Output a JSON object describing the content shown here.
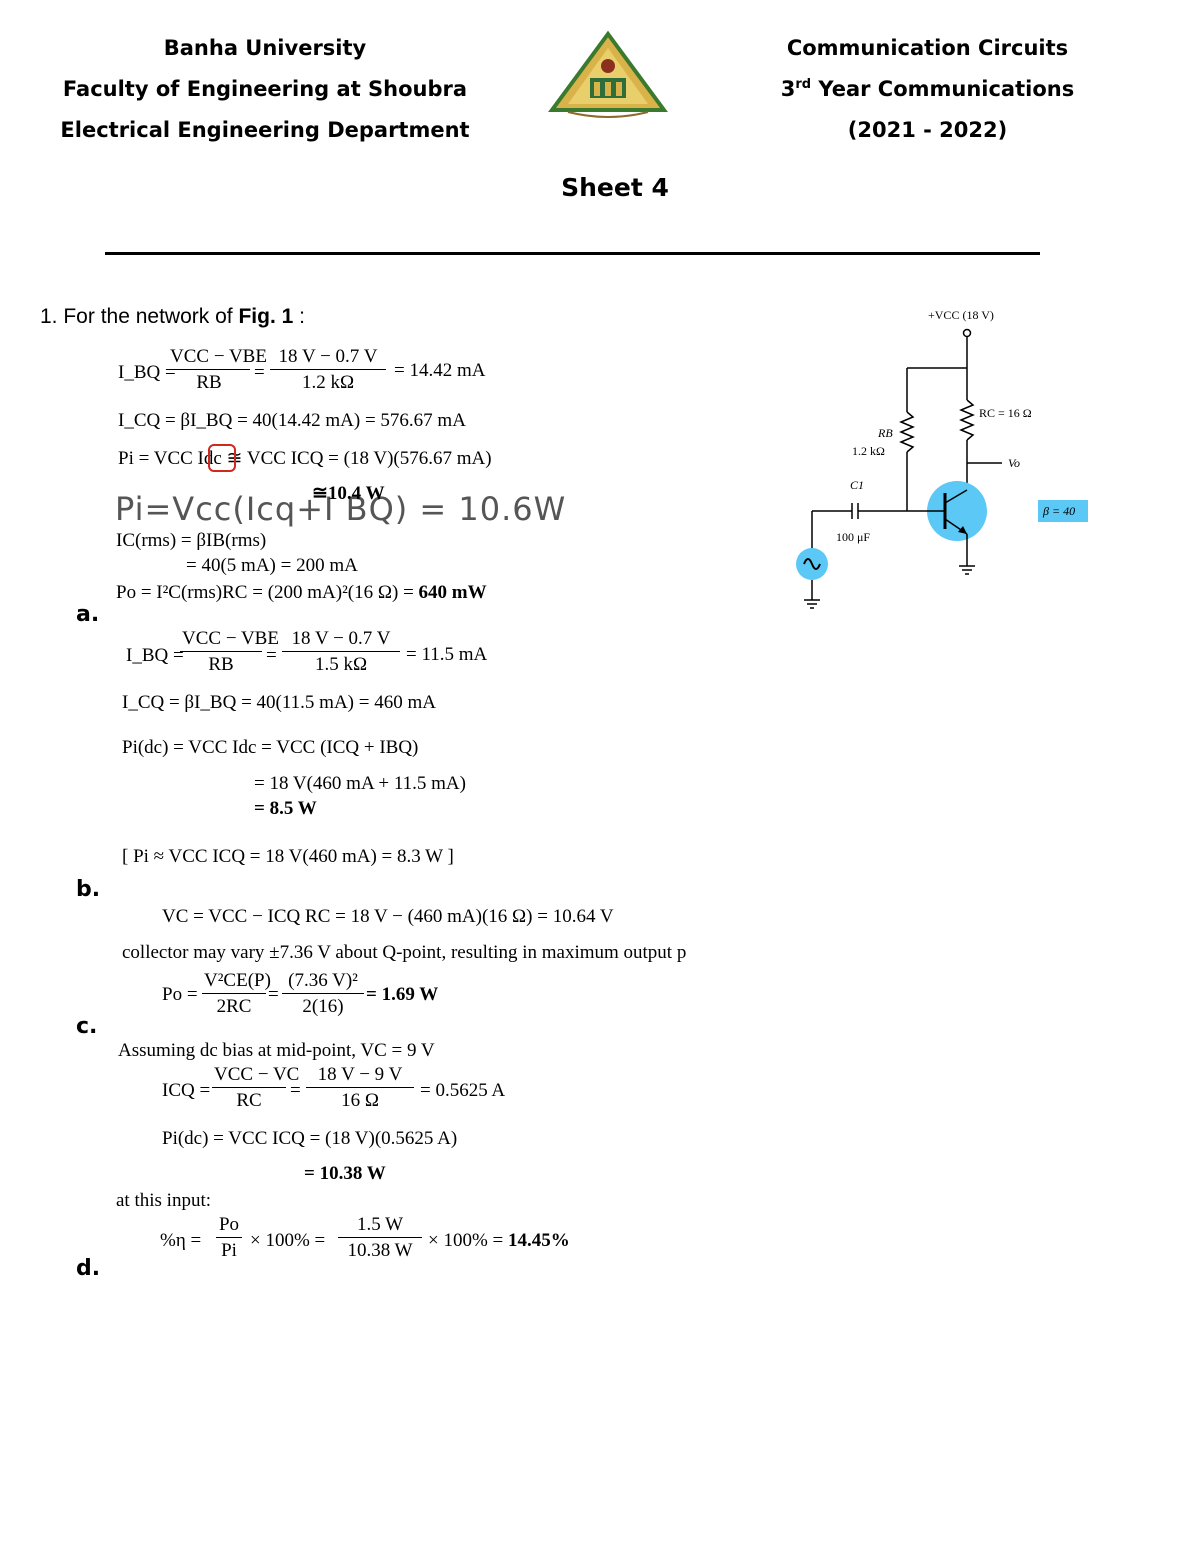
{
  "header": {
    "left": [
      "Banha University",
      "Faculty of Engineering at Shoubra",
      "Electrical Engineering Department"
    ],
    "right": [
      "Communication Circuits",
      "3rd Year Communications",
      "(2021 - 2022)"
    ],
    "sheet_title": "Sheet 4"
  },
  "question": {
    "number": "1.",
    "text": "For the network of",
    "fig_ref": "Fig. 1",
    "colon": ":"
  },
  "part_a": {
    "label": "a.",
    "ib_lhs": "I_BQ =",
    "ib_num1": "VCC − VBE",
    "ib_den1": "RB",
    "ib_num2": "18 V − 0.7 V",
    "ib_den2": "1.2 kΩ",
    "ib_result": "= 14.42 mA",
    "ic_line": "I_CQ = βI_BQ = 40(14.42 mA) = 576.67 mA",
    "pi_line": "Pi = VCC Idc ≅ VCC ICQ = (18 V)(576.67 mA)",
    "pi_result": "≅10.4 W",
    "handwritten": "Pi=Vcc(Icq+I BQ) = 10.6W",
    "ic_rms": "IC(rms) = βIB(rms)",
    "ic_rms2": "= 40(5 mA) = 200 mA",
    "po_line": "Po = I²C(rms)RC = (200 mA)²(16 Ω) =",
    "po_result": "640 mW"
  },
  "part_b": {
    "label": "b.",
    "ib_lhs": "I_BQ =",
    "ib_num1": "VCC − VBE",
    "ib_den1": "RB",
    "ib_num2": "18 V − 0.7 V",
    "ib_den2": "1.5 kΩ",
    "ib_result": "= 11.5 mA",
    "ic_line": "I_CQ = βI_BQ = 40(11.5 mA) = 460 mA",
    "pi_line": "Pi(dc) = VCC Idc = VCC (ICQ + IBQ)",
    "pi_line2": "= 18 V(460 mA + 11.5 mA)",
    "pi_result": "= 8.5 W",
    "approx_line": "[ Pi ≈ VCC ICQ = 18 V(460 mA) = 8.3 W ]"
  },
  "part_c": {
    "label": "c.",
    "vc_line": "VC = VCC − ICQ RC = 18 V − (460 mA)(16 Ω) = 10.64 V",
    "text_line": "collector may vary ±7.36 V about Q-point, resulting in maximum output p",
    "po_lhs": "Po =",
    "po_num1": "V²CE(P)",
    "po_den1": "2RC",
    "po_num2": "(7.36 V)²",
    "po_den2": "2(16)",
    "po_result": "= 1.69 W"
  },
  "part_d": {
    "label": "d.",
    "assume_line": "Assuming dc bias at mid-point, VC = 9 V",
    "ic_lhs": "ICQ =",
    "ic_num1": "VCC − VC",
    "ic_den1": "RC",
    "ic_num2": "18 V − 9 V",
    "ic_den2": "16 Ω",
    "ic_result": "= 0.5625 A",
    "pi_line": "Pi(dc) = VCC ICQ = (18 V)(0.5625 A)",
    "pi_result": "= 10.38 W",
    "at_input": "at this input:",
    "eta_lhs": "%η =",
    "eta_num1": "Po",
    "eta_den1": "Pi",
    "eta_mid": "× 100% =",
    "eta_num2": "1.5 W",
    "eta_den2": "10.38 W",
    "eta_result_prefix": "× 100% =",
    "eta_result": "14.45%"
  },
  "figure": {
    "vcc_label": "+VCC (18 V)",
    "rb_label": "RB",
    "rb_value": "1.2 kΩ",
    "rc_label": "RC = 16 Ω",
    "vo_label": "Vo",
    "c1_label": "C1",
    "c1_value": "100 μF",
    "beta_label": "β = 40",
    "colors": {
      "transistor_fill": "#5bc8f5",
      "source_fill": "#5bc8f5",
      "beta_fill": "#5bc8f5",
      "highlight": "#d0281f"
    }
  }
}
